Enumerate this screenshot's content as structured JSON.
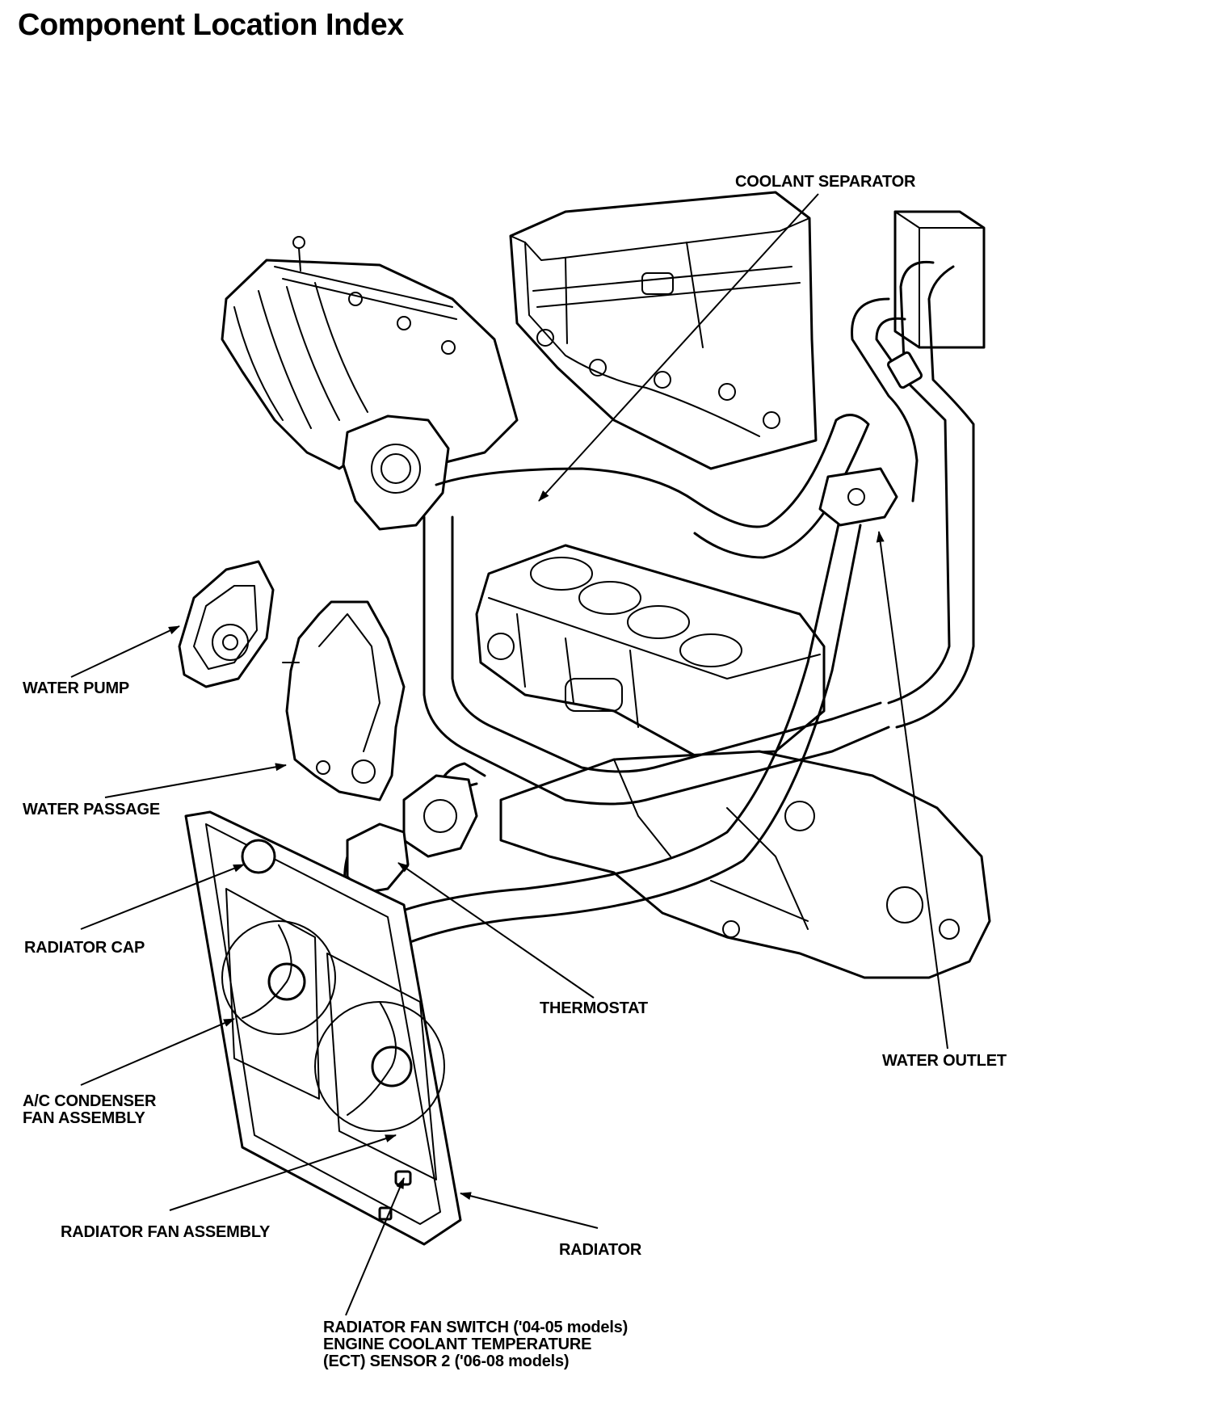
{
  "title": "Component Location Index",
  "labels": {
    "coolant_separator": "COOLANT SEPARATOR",
    "water_pump": "WATER PUMP",
    "water_passage": "WATER PASSAGE",
    "radiator_cap": "RADIATOR CAP",
    "thermostat": "THERMOSTAT",
    "water_outlet": "WATER OUTLET",
    "ac_condenser_fan_assembly": "A/C CONDENSER\nFAN ASSEMBLY",
    "radiator_fan_assembly": "RADIATOR FAN ASSEMBLY",
    "radiator": "RADIATOR",
    "radiator_fan_switch": "RADIATOR FAN SWITCH ('04-05 models)\nENGINE COOLANT TEMPERATURE\n(ECT) SENSOR 2 ('06-08 models)"
  }
}
